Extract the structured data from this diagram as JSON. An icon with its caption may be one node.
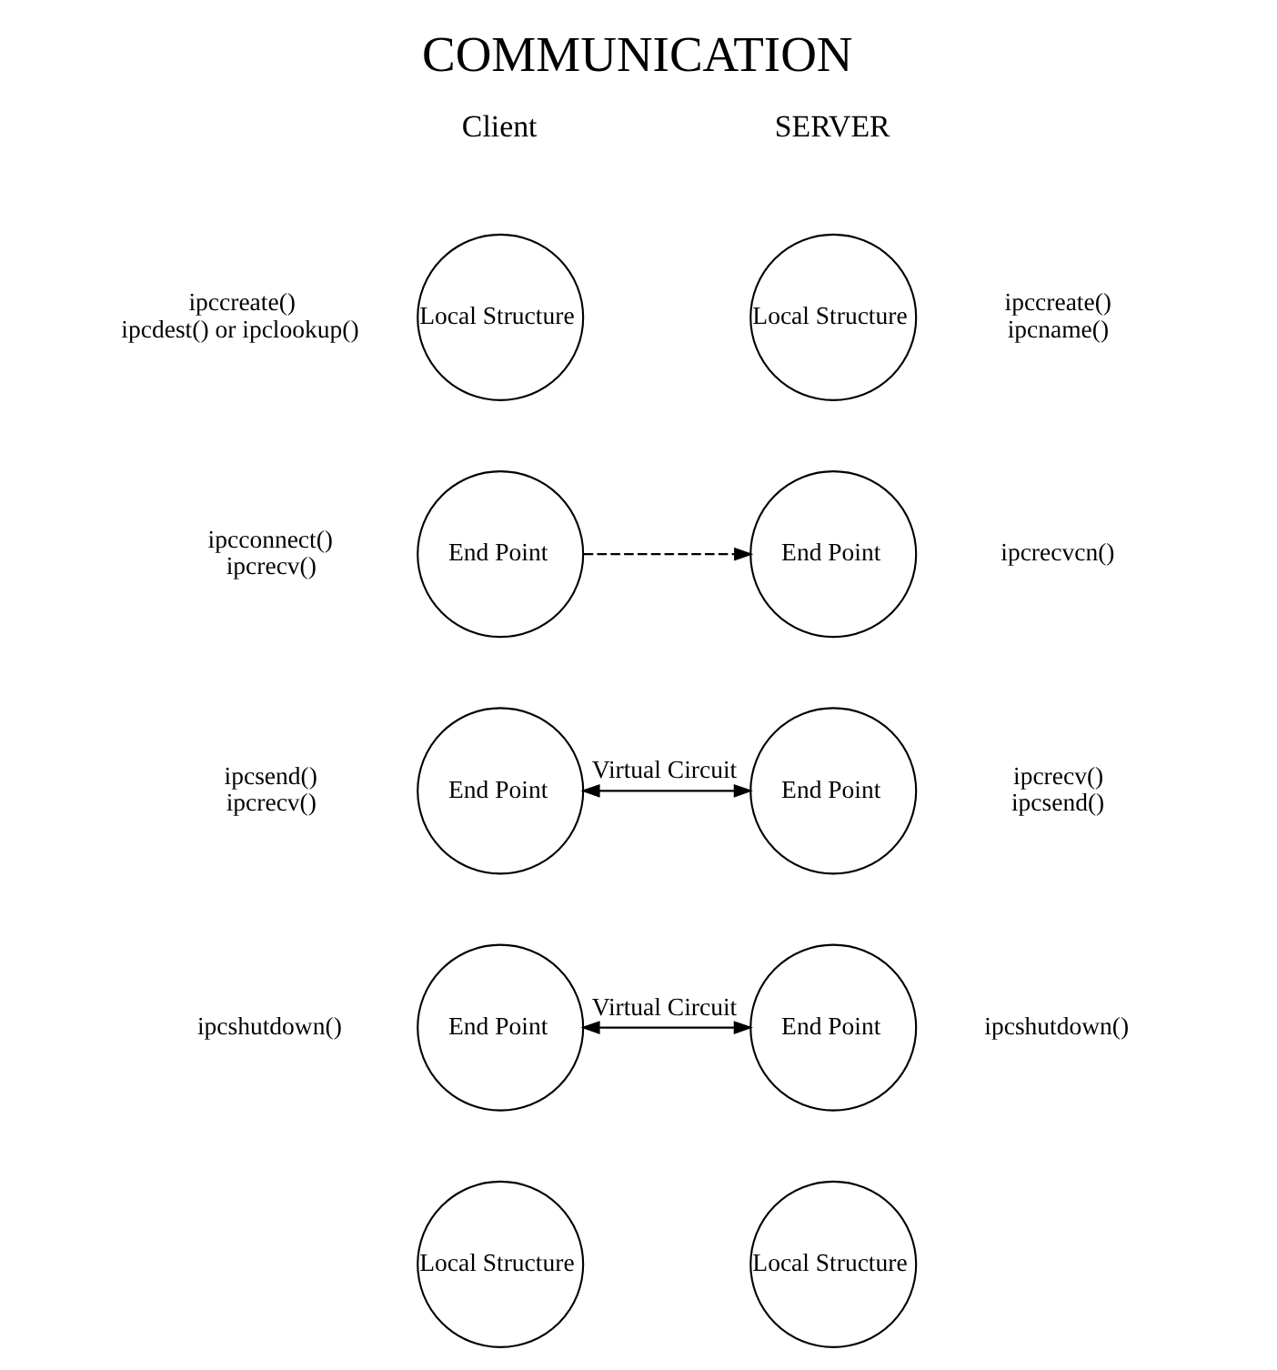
{
  "diagram": {
    "title": "COMMUNICATION",
    "nodes": [
      {
        "text": [
          "Local Structure"
        ],
        "beside": [
          "ipccreate()",
          "ipcdest() or ipclookup()"
        ]
      },
      {
        "text": [
          "Local Structure"
        ],
        "beside": [
          "ipccreate()",
          "ipcname()"
        ]
      },
      {
        "text": [
          "End Point"
        ],
        "beside": [
          "ipcconnect()",
          "ipcrecv()"
        ]
      },
      {
        "text": [
          "End Point"
        ],
        "beside": [
          "ipcrecvcn()"
        ]
      },
      {
        "text": [
          "End Point"
        ],
        "beside": [
          "ipcsend()",
          "ipcrecv()"
        ]
      },
      {
        "text": [
          "End Point"
        ],
        "beside": [
          "ipcrecv()",
          "ipcsend()"
        ]
      },
      {
        "text": [
          "End Point"
        ],
        "beside": [
          "ipcshutdown()"
        ]
      },
      {
        "text": [
          "End Point"
        ],
        "beside": [
          "ipcshutdown()"
        ]
      },
      {
        "text": [
          "Local Structure"
        ]
      },
      {
        "text": [
          "Local Structure"
        ]
      }
    ],
    "edges": [
      {
        "from": 2,
        "to": 3,
        "arrow": "to",
        "style": "dashed"
      },
      {
        "from": 4,
        "to": 5,
        "arrow": "both",
        "label": "Virtual Circuit"
      },
      {
        "from": 6,
        "to": 7,
        "arrow": "both",
        "label": "Virtual Circuit"
      }
    ],
    "labels": [
      "Client",
      "SERVER"
    ]
  }
}
